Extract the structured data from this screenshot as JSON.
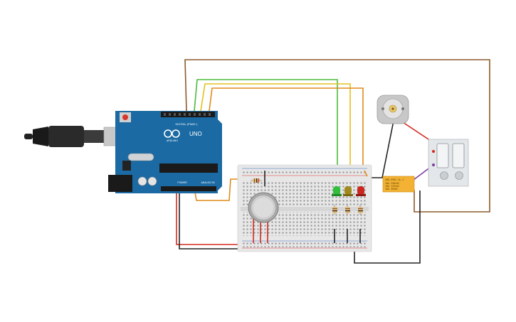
{
  "arduino": {
    "brand": "ARDUINO",
    "model": "UNO",
    "digital_label": "DIGITAL (PWM~)",
    "power_label": "POWER",
    "analog_label": "ANALOG IN",
    "color": "#1b6aa3"
  },
  "relay": {
    "line1": "SRD-5VDC-SL-C",
    "line2": "10A 250VAC",
    "line3": "10A 125VAC",
    "line4": "10A 30VDC",
    "color": "#f3b233"
  },
  "components": {
    "leds": [
      {
        "name": "green",
        "color": "#2fbf3a"
      },
      {
        "name": "yellow",
        "color": "#a08a1e"
      },
      {
        "name": "red",
        "color": "#c9271f"
      }
    ],
    "dc_motor": "dc-motor",
    "gas_sensor": "gas-sensor",
    "power_supply": "power-supply"
  },
  "wire_colors": {
    "brown": "#8b5a2b",
    "green": "#4cbb3a",
    "yellow": "#e3c21b",
    "orange": "#e08a1a",
    "red": "#d22a1f",
    "black": "#222222",
    "purple": "#7b3fa0"
  }
}
